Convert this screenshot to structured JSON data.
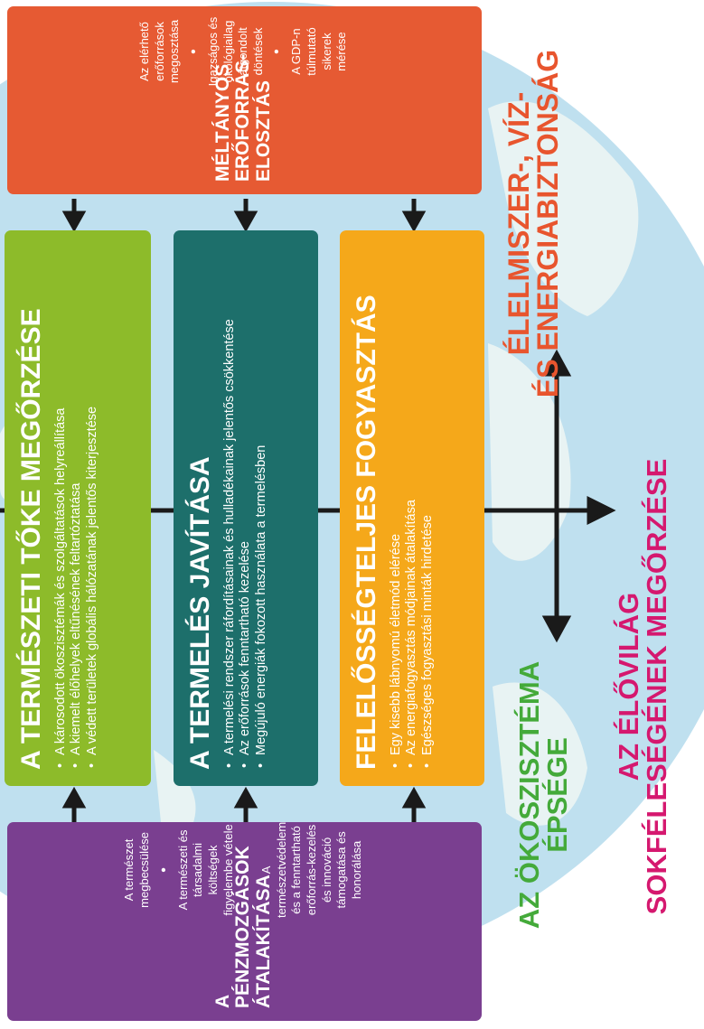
{
  "colors": {
    "orange": "#e65a33",
    "green": "#8dbb2a",
    "teal": "#1d6f6b",
    "amber": "#f5a81a",
    "purple": "#7a3f90",
    "magenta": "#d5186f",
    "globe": "#bfe0ef",
    "land": "#e8f3f3"
  },
  "boxes": {
    "top_left": {
      "title": "A pénzmozgások átalakítása",
      "items": [
        "A természet megbecsülése",
        "A természeti és társadalmi költségek figyelembe vétele",
        "A természetvédelem és a fenntartható erőforrás-kezelés és innováció támogatása és honorálása"
      ]
    },
    "bottom_left": {
      "title": "Méltányos erőforrás-elosztás",
      "items": [
        "Az elérhető erőforrások megosztása",
        "Igazságos és ökológiailag átgondolt döntések",
        "A GDP-n túlmutató sikerek mérése"
      ]
    },
    "natural_capital": {
      "title": "A természeti tőke megőrzése",
      "items": [
        "A károsodott ökoszisztémák és szolgáltatások helyreállítása",
        "A kiemelt élőhelyek eltűnésének feltartóztatása",
        "A védett területek globális hálózatának jelentős kiterjesztése"
      ]
    },
    "production": {
      "title": "A termelés javítása",
      "items": [
        "A termelési rendszer ráfordításainak és hulladékainak jelentős csökkentése",
        "Az erőforrások fenntartható kezelése",
        "Megújuló energiák fokozott használata a termelésben"
      ]
    },
    "consumption": {
      "title": "Felelősségteljes fogyasztás",
      "items": [
        "Egy kisebb lábnyomú életmód elérése",
        "Az energiafogyasztás módjainak átalakítása",
        "Egészséges fogyasztási minták hirdetése"
      ]
    }
  },
  "outcomes": {
    "ecosystem": [
      "Az ökoszisztéma",
      "épsége"
    ],
    "biodiversity": [
      "Az élővilág",
      "sokféleségének megőrzése"
    ],
    "food": [
      "Élelmiszer-, víz-",
      "és energiabiztonság"
    ]
  }
}
